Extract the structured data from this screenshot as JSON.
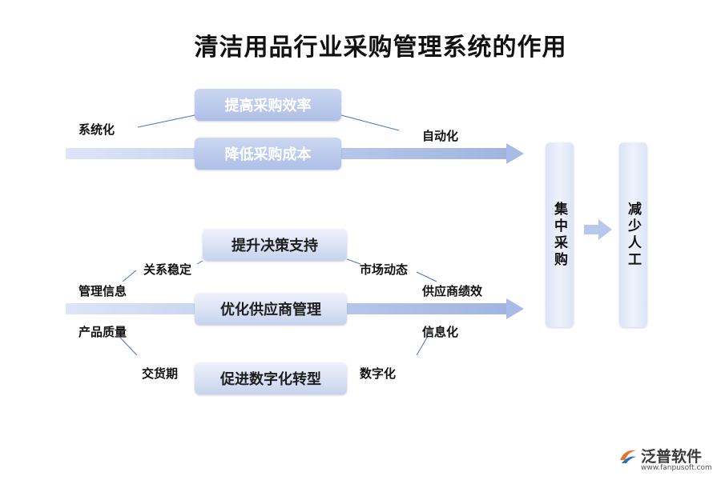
{
  "title": "清洁用品行业采购管理系统的作用",
  "boxes": {
    "top1": "提高采购效率",
    "top2": "降低采购成本",
    "mid1": "提升决策支持",
    "mid2": "优化供应商管理",
    "mid3": "促进数字化转型"
  },
  "vertical": {
    "centralized": "集中采购",
    "reduce_labor": "减少人工"
  },
  "labels": {
    "systematize": "系统化",
    "automate": "自动化",
    "stable_relation": "关系稳定",
    "mgmt_info": "管理信息",
    "product_quality": "产品质量",
    "delivery": "交货期",
    "market_dynamics": "市场动态",
    "supplier_perf": "供应商绩效",
    "informatize": "信息化",
    "digitize": "数字化"
  },
  "logo": {
    "name": "泛普软件",
    "url": "www.fanpusoft.com"
  }
}
